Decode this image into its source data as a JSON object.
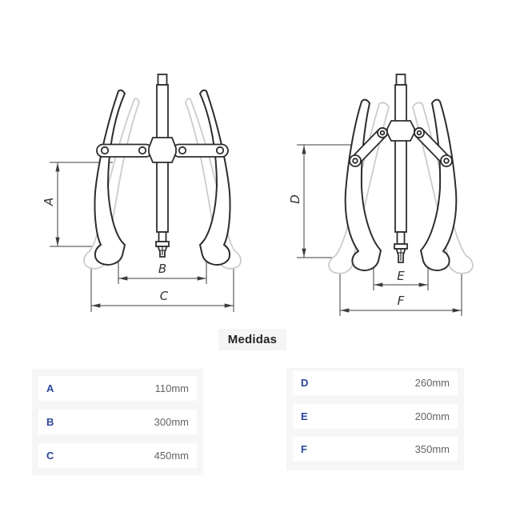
{
  "diagram": {
    "name": "gear puller technical drawing",
    "dim_labels": {
      "a": "A",
      "b": "B",
      "c": "C",
      "d": "D",
      "e": "E",
      "f": "F"
    }
  },
  "measures": {
    "title": "Medidas",
    "columns": [
      {
        "rows": [
          {
            "label": "A",
            "value": "110mm"
          },
          {
            "label": "B",
            "value": "300mm"
          },
          {
            "label": "C",
            "value": "450mm"
          }
        ]
      },
      {
        "rows": [
          {
            "label": "D",
            "value": "260mm"
          },
          {
            "label": "E",
            "value": "200mm"
          },
          {
            "label": "F",
            "value": "350mm"
          }
        ]
      }
    ]
  },
  "colors": {
    "accent_blue": "#2b459b",
    "value_gray": "#646464",
    "line_dark": "#2d2d2d",
    "line_ghost": "#cccccc",
    "dim_line": "#3c3c3c",
    "panel_bg": "#f6f6f6"
  }
}
